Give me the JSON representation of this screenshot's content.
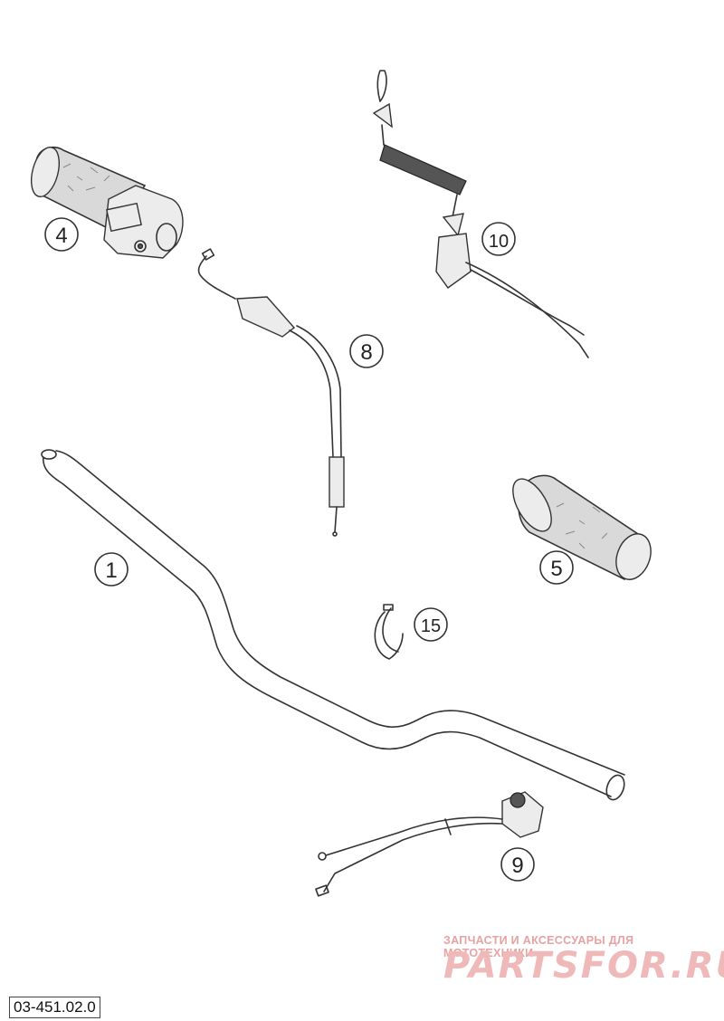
{
  "parts": [
    {
      "id": "handlebar",
      "label": "1"
    },
    {
      "id": "throttle-grip",
      "label": "4"
    },
    {
      "id": "left-grip",
      "label": "5"
    },
    {
      "id": "throttle-cable",
      "label": "8"
    },
    {
      "id": "kill-switch",
      "label": "9"
    },
    {
      "id": "tether-switch",
      "label": "10"
    },
    {
      "id": "cable-clamp",
      "label": "15"
    }
  ],
  "drawing_code": "03-451.02.0",
  "watermark": {
    "tagline": "ЗАПЧАСТИ И АКСЕССУАРЫ ДЛЯ МОТОТЕХНИКИ",
    "brand": "PARTSFOR.RU"
  },
  "colors": {
    "line": "#333333",
    "watermark": "#f0b9b9"
  }
}
